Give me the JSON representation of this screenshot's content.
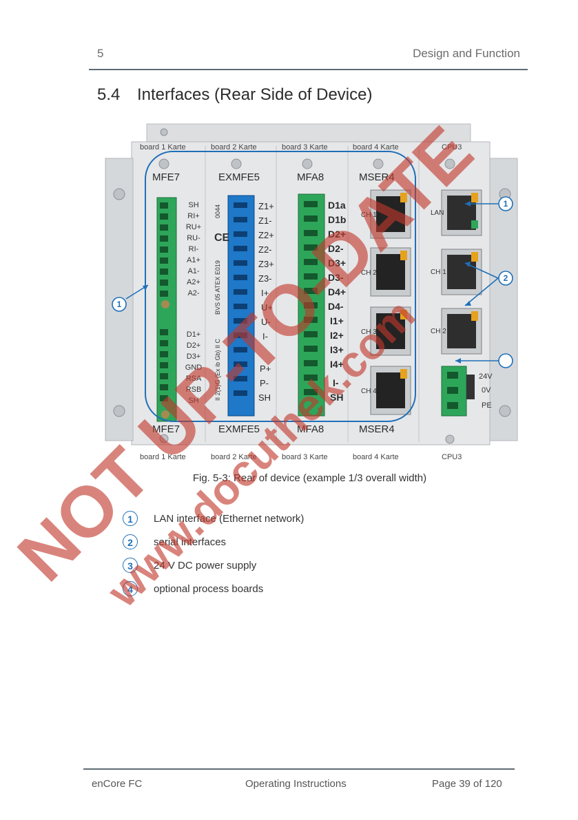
{
  "header": {
    "chapter_number": "5",
    "chapter_title": "Design and Function"
  },
  "section": {
    "number": "5.4",
    "title": "Interfaces (Rear Side of Device)"
  },
  "figure": {
    "caption": "Fig. 5-3: Rear of device (example 1/3 overall width)",
    "board_labels": [
      "board 1 Karte",
      "board 2 Karte",
      "board 3 Karte",
      "board 4 Karte",
      "CPU3"
    ],
    "module_names": [
      "MFE7",
      "EXMFE5",
      "MFA8",
      "MSER4"
    ],
    "mfe7_terminals_top": [
      "SH",
      "RI+",
      "RU+",
      "RU-",
      "RI-",
      "A1+",
      "A1-",
      "A2+",
      "A2-"
    ],
    "mfe7_terminals_bottom": [
      "D1+",
      "D2+",
      "D3+",
      "GND",
      "RSA",
      "RSB",
      "SH"
    ],
    "exmfe5_terminals": [
      "Z1+",
      "Z1-",
      "Z2+",
      "Z2-",
      "Z3+",
      "Z3-",
      "I+",
      "U+",
      "U-",
      "I-",
      "",
      "P+",
      "P-",
      "SH"
    ],
    "exmfe5_side_text": [
      "0044",
      "CE",
      "BVS 05 ATEX E019",
      "II 2(1)G (Ex ib Gb) II C"
    ],
    "mfa8_terminals": [
      "D1a",
      "D1b",
      "D2+",
      "D2-",
      "D3+",
      "D3-",
      "D4+",
      "D4-",
      "I1+",
      "I2+",
      "I3+",
      "I4+",
      "I-",
      "SH"
    ],
    "mser4_ports": [
      "CH 1",
      "CH 2",
      "CH 3",
      "CH 4"
    ],
    "cpu_ports": [
      "LAN",
      "CH 1",
      "CH 2"
    ],
    "power_labels": [
      "24V",
      "0V",
      "PE"
    ],
    "callouts": [
      "1",
      "1",
      "2"
    ]
  },
  "legend": [
    {
      "num": "1",
      "text": "LAN interface (Ethernet network)"
    },
    {
      "num": "2",
      "text": "serial interfaces"
    },
    {
      "num": "3",
      "text": "24 V DC power supply"
    },
    {
      "num": "4",
      "text": "optional process boards"
    }
  ],
  "footer": {
    "left": "enCore FC",
    "center": "Operating Instructions",
    "right": "Page 39 of 120"
  },
  "watermark": {
    "line1": "NOT UP-TO-DATE",
    "line2": "www.docuthek.com"
  },
  "colors": {
    "rule": "#5d6b73",
    "callout": "#1f6fb8",
    "watermark": "#c0392b",
    "terminal_green": "#2ea65a",
    "terminal_blue": "#1f78c8"
  }
}
